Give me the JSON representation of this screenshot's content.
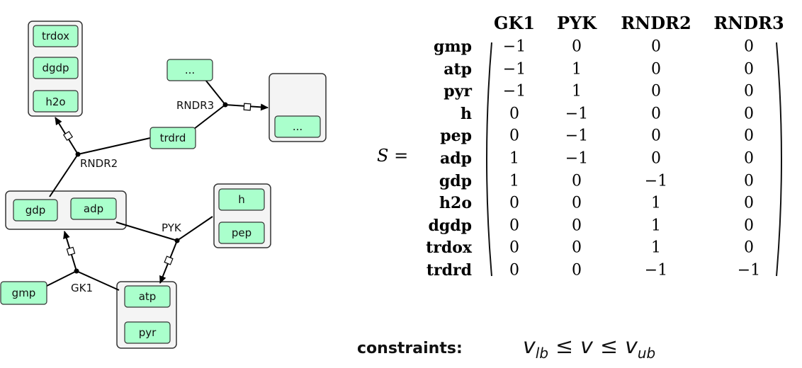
{
  "network": {
    "species": {
      "trdox": "trdox",
      "dgdp": "dgdp",
      "h2o": "h2o",
      "more_in": "...",
      "more_out": "...",
      "trdrd": "trdrd",
      "gdp": "gdp",
      "adp": "adp",
      "h": "h",
      "pep": "pep",
      "gmp": "gmp",
      "atp": "atp",
      "pyr": "pyr"
    },
    "reactions": {
      "rndr3": "RNDR3",
      "rndr2": "RNDR2",
      "pyk": "PYK",
      "gk1": "GK1"
    }
  },
  "matrix": {
    "symbol": "S",
    "equals": "=",
    "columns": [
      "GK1",
      "PYK",
      "RNDR2",
      "RNDR3"
    ],
    "rows": [
      {
        "name": "gmp",
        "values": [
          "−1",
          "0",
          "0",
          "0"
        ]
      },
      {
        "name": "atp",
        "values": [
          "−1",
          "1",
          "0",
          "0"
        ]
      },
      {
        "name": "pyr",
        "values": [
          "−1",
          "1",
          "0",
          "0"
        ]
      },
      {
        "name": "h",
        "values": [
          "0",
          "−1",
          "0",
          "0"
        ]
      },
      {
        "name": "pep",
        "values": [
          "0",
          "−1",
          "0",
          "0"
        ]
      },
      {
        "name": "adp",
        "values": [
          "1",
          "−1",
          "0",
          "0"
        ]
      },
      {
        "name": "gdp",
        "values": [
          "1",
          "0",
          "−1",
          "0"
        ]
      },
      {
        "name": "h2o",
        "values": [
          "0",
          "0",
          "1",
          "0"
        ]
      },
      {
        "name": "dgdp",
        "values": [
          "0",
          "0",
          "1",
          "0"
        ]
      },
      {
        "name": "trdox",
        "values": [
          "0",
          "0",
          "1",
          "0"
        ]
      },
      {
        "name": "trdrd",
        "values": [
          "0",
          "0",
          "−1",
          "−1"
        ]
      }
    ]
  },
  "constraints": {
    "label": "constraints:",
    "v": "v",
    "lb": "lb",
    "ub": "ub",
    "leq": "≤"
  },
  "colors": {
    "species_fill": "#aaffcc",
    "species_stroke": "#333333",
    "group_fill": "#f4f4f4",
    "edge": "#000000"
  }
}
